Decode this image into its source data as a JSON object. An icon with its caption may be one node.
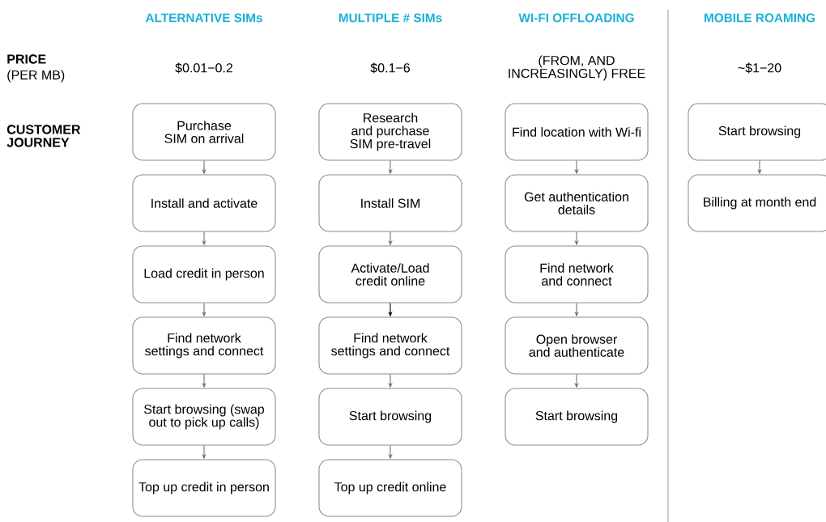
{
  "diagram": {
    "nodes": [
      {
        "text": [
          "Purchase SIM on arrival"
        ]
      },
      {
        "text": [
          "Install and activate"
        ]
      },
      {
        "text": [
          "Load credit in person"
        ]
      },
      {
        "text": [
          "Find network settings and connect"
        ]
      },
      {
        "text": [
          "Start browsing (swap out to pick up calls)"
        ]
      },
      {
        "text": [
          "Top up credit in person"
        ]
      },
      {
        "text": [
          "Research and purchase SIM pre-travel"
        ]
      },
      {
        "text": [
          "Install SIM"
        ]
      },
      {
        "text": [
          "Activate/Load credit online"
        ]
      },
      {
        "text": [
          "Find network settings and connect"
        ]
      },
      {
        "text": [
          "Start browsing"
        ]
      },
      {
        "text": [
          "Top up credit online"
        ]
      },
      {
        "text": [
          "Find location with Wi-fi"
        ]
      },
      {
        "text": [
          "Get authentication details"
        ]
      },
      {
        "text": [
          "Find network and connect"
        ]
      },
      {
        "text": [
          "Open browser and authenticate"
        ]
      },
      {
        "text": [
          "Start browsing"
        ]
      },
      {
        "text": [
          "Start browsing"
        ]
      },
      {
        "text": [
          "Billing at month end"
        ]
      }
    ],
    "edges": [
      {
        "from": 0,
        "to": 1,
        "arrow": "to"
      },
      {
        "from": 1,
        "to": 2,
        "arrow": "to"
      },
      {
        "from": 2,
        "to": 3,
        "arrow": "to"
      },
      {
        "from": 3,
        "to": 4,
        "arrow": "to"
      },
      {
        "from": 4,
        "to": 5,
        "arrow": "to"
      },
      {
        "from": 6,
        "to": 7,
        "arrow": "to"
      },
      {
        "from": 7,
        "to": 8,
        "arrow": "to"
      },
      {
        "from": 8,
        "to": 9,
        "arrow": "to",
        "color": "#000000"
      },
      {
        "from": 9,
        "to": 10,
        "arrow": "to"
      },
      {
        "from": 10,
        "to": 11,
        "arrow": "to"
      },
      {
        "from": 12,
        "to": 13,
        "arrow": "to"
      },
      {
        "from": 13,
        "to": 14,
        "arrow": "to"
      },
      {
        "from": 14,
        "to": 15,
        "arrow": "to"
      },
      {
        "from": 15,
        "to": 16,
        "arrow": "to"
      },
      {
        "from": 17,
        "to": 18,
        "arrow": "to"
      }
    ],
    "labels": [
      "ALTERNATIVE SIMs",
      "MULTIPLE # SIMs",
      "WI-FI OFFLOADING",
      "MOBILE ROAMING",
      "PRICE",
      "(PER MB)",
      "$0.01−0.2",
      "$0.1−6",
      "(FROM, AND INCREASINGLY) FREE",
      "~$1−20",
      "CUSTOMER JOURNEY"
    ]
  }
}
